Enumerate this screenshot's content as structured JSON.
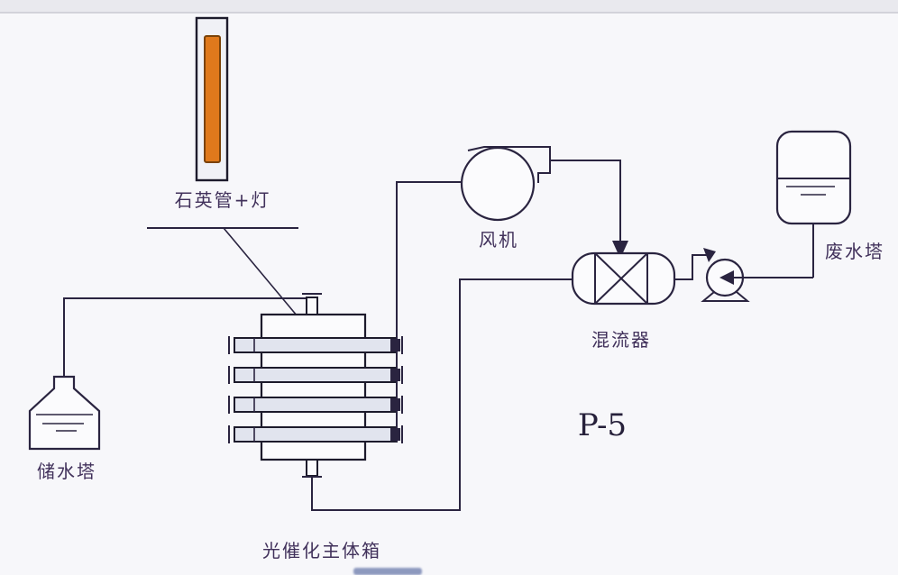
{
  "page": {
    "background": "#f7f7fa",
    "top_band_color": "#e9e9ee"
  },
  "diagram": {
    "labels": {
      "quartz_lamp": "石英管+灯",
      "fan": "风机",
      "mixer": "混流器",
      "storage_tower": "储水塔",
      "waste_tower": "废水塔",
      "main_box": "光催化主体箱",
      "pump_tag": "P-5"
    },
    "equipment": [
      {
        "name": "quartz-tube-lamp",
        "label": "石英管+灯"
      },
      {
        "name": "blower-fan",
        "label": "风机"
      },
      {
        "name": "static-mixer",
        "label": "混流器"
      },
      {
        "name": "water-storage-tower",
        "label": "储水塔"
      },
      {
        "name": "waste-water-tower",
        "label": "废水塔"
      },
      {
        "name": "photocatalytic-main-box",
        "label": "光催化主体箱"
      },
      {
        "name": "pump",
        "label": "P-5"
      }
    ],
    "colors": {
      "line": "#2a2440",
      "label_text": "#41315b",
      "lamp_fill": "#e0791c",
      "lamp_border": "#7a4208",
      "tube_bar_fill": "#e1e4ee",
      "tube_end_cap": "#35304a",
      "tag_text": "#26203a",
      "bottom_smudge": "#55679f"
    }
  }
}
